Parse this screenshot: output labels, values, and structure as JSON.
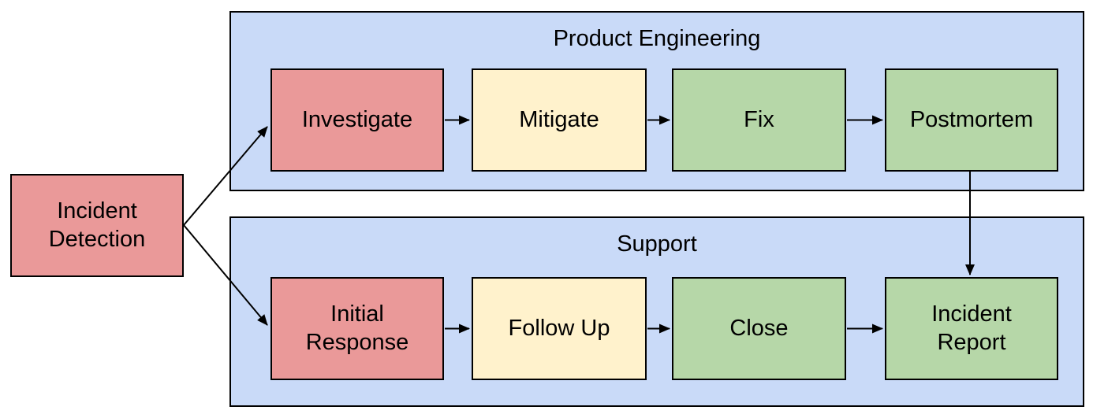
{
  "colors": {
    "node_red": "#ea9999",
    "node_yellow": "#fff2cc",
    "node_green": "#b6d7a8",
    "group_blue": "#c9daf8",
    "border": "#000000",
    "arrow": "#000000",
    "background": "#ffffff"
  },
  "groups": {
    "product_engineering": {
      "title": "Product Engineering"
    },
    "support": {
      "title": "Support"
    }
  },
  "nodes": {
    "incident_detection": {
      "label": "Incident Detection",
      "color": "red"
    },
    "investigate": {
      "label": "Investigate",
      "color": "red"
    },
    "mitigate": {
      "label": "Mitigate",
      "color": "yellow"
    },
    "fix": {
      "label": "Fix",
      "color": "green"
    },
    "postmortem": {
      "label": "Postmortem",
      "color": "green"
    },
    "initial_response": {
      "label": "Initial Response",
      "color": "red"
    },
    "follow_up": {
      "label": "Follow Up",
      "color": "yellow"
    },
    "close": {
      "label": "Close",
      "color": "green"
    },
    "incident_report": {
      "label": "Incident Report",
      "color": "green"
    }
  },
  "edges": [
    {
      "from": "incident_detection",
      "to": "investigate"
    },
    {
      "from": "incident_detection",
      "to": "initial_response"
    },
    {
      "from": "investigate",
      "to": "mitigate"
    },
    {
      "from": "mitigate",
      "to": "fix"
    },
    {
      "from": "fix",
      "to": "postmortem"
    },
    {
      "from": "postmortem",
      "to": "incident_report"
    },
    {
      "from": "initial_response",
      "to": "follow_up"
    },
    {
      "from": "follow_up",
      "to": "close"
    },
    {
      "from": "close",
      "to": "incident_report"
    }
  ]
}
